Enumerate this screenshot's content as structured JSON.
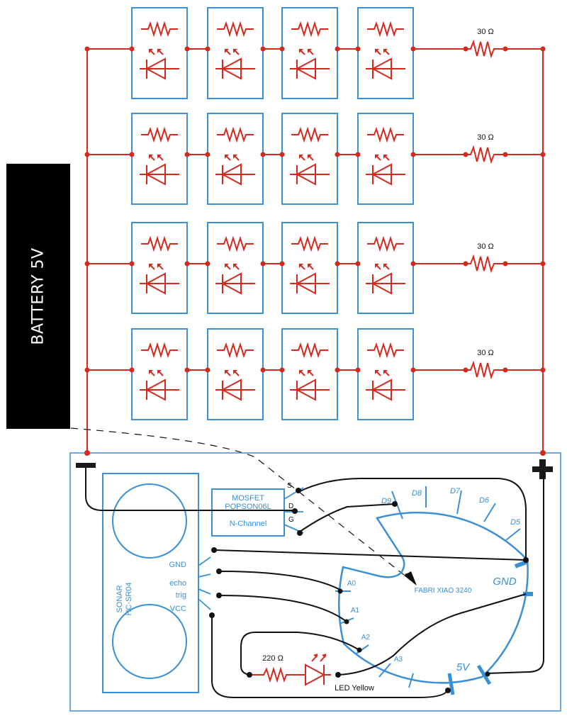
{
  "battery": {
    "label": "BATTERY 5V",
    "color": "#000000"
  },
  "led_array": {
    "rows": 4,
    "modules_per_row": 4,
    "row_resistor_labels": [
      "30 Ω",
      "30 Ω",
      "30 Ω",
      "30 Ω"
    ],
    "wire_color": "#d42a1e",
    "module_border_color": "#3a8fd6"
  },
  "board": {
    "negative_symbol": "−",
    "positive_symbol": "+",
    "sonar": {
      "title_line1": "SONAR",
      "title_line2": "HC-SR04",
      "pins": [
        "GND",
        "echo",
        "trig",
        "VCC"
      ]
    },
    "mosfet": {
      "line1": "MOSFET",
      "line2": "PQPSON06L",
      "line3": "N-Channel",
      "pins": [
        "S",
        "D",
        "G"
      ]
    },
    "controller": {
      "label": "FABRI XIAO 3240",
      "top_pins": [
        "D9",
        "D8",
        "D7",
        "D6",
        "D5"
      ],
      "left_pins": [
        "A0",
        "A1",
        "A2",
        "A3"
      ],
      "power_pins": [
        "GND",
        "5V"
      ]
    },
    "indicator": {
      "resistor_label": "220 Ω",
      "led_label": "LED Yellow"
    }
  },
  "colors": {
    "accent_blue": "#3a8fd6",
    "wire_red": "#d42a1e",
    "wire_black": "#111111"
  }
}
